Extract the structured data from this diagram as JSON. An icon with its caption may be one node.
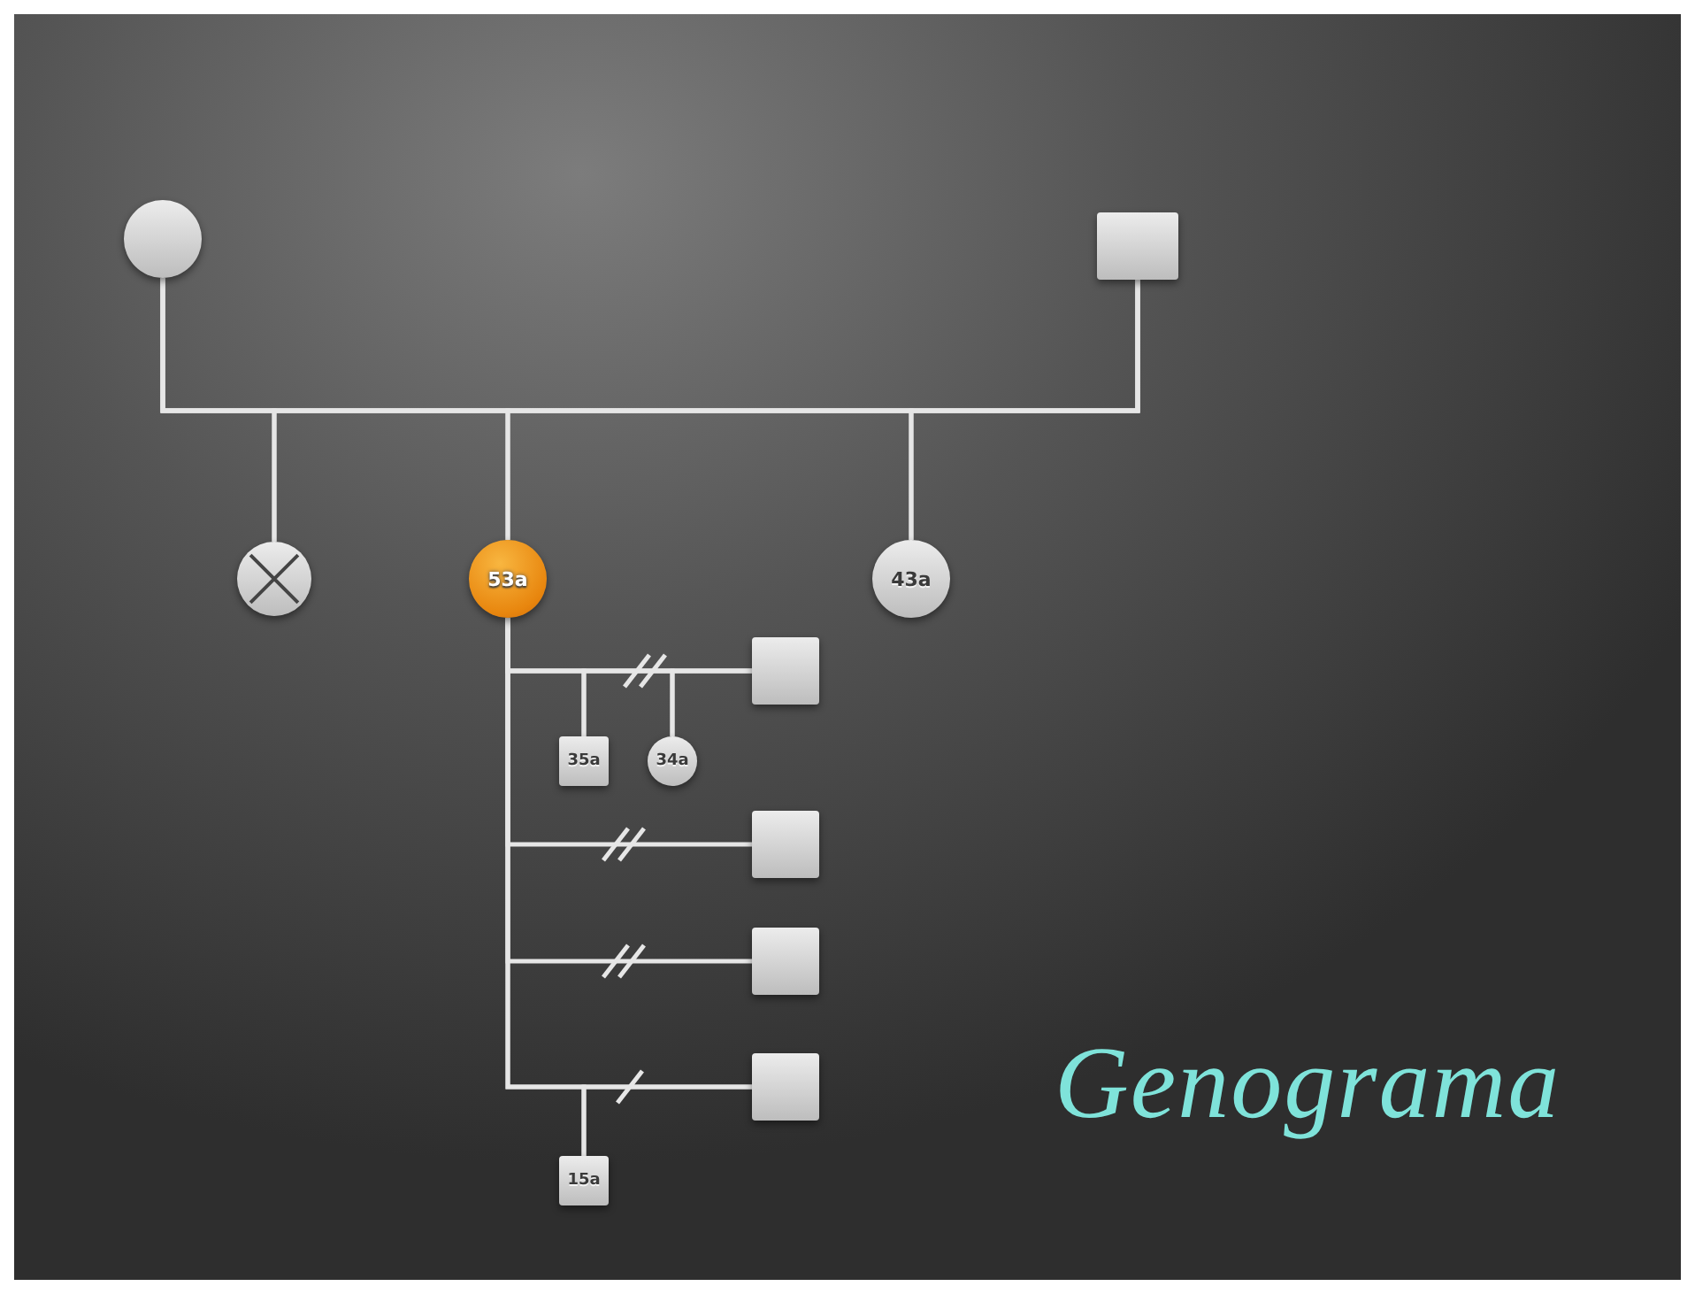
{
  "diagram": {
    "title": "Genograma",
    "nodes": [
      {
        "text": [],
        "shape": "circle"
      },
      {
        "text": [],
        "shape": "box"
      },
      {
        "text": [],
        "shape": "circle"
      },
      {
        "text": [
          "53a"
        ]
      },
      {
        "text": [
          "43a"
        ]
      },
      {
        "text": [],
        "shape": "box"
      },
      {
        "text": [
          "35a"
        ]
      },
      {
        "text": [
          "34a"
        ]
      },
      {
        "text": [],
        "shape": "box"
      },
      {
        "text": [],
        "shape": "box"
      },
      {
        "text": [],
        "shape": "box"
      },
      {
        "text": [
          "15a"
        ]
      }
    ],
    "edges": [
      {
        "from": 0,
        "to": 1,
        "arrow": "none"
      },
      {
        "from": 0,
        "to": 2,
        "arrow": "none"
      },
      {
        "from": 1,
        "to": 2,
        "arrow": "none"
      },
      {
        "from": 0,
        "to": 3,
        "arrow": "none"
      },
      {
        "from": 1,
        "to": 3,
        "arrow": "none"
      },
      {
        "from": 0,
        "to": 4,
        "arrow": "none"
      },
      {
        "from": 1,
        "to": 4,
        "arrow": "none"
      },
      {
        "from": 3,
        "to": 5,
        "arrow": "none"
      },
      {
        "from": 3,
        "to": 8,
        "arrow": "none"
      },
      {
        "from": 3,
        "to": 9,
        "arrow": "none"
      },
      {
        "from": 3,
        "to": 10,
        "arrow": "none"
      },
      {
        "from": 3,
        "to": 6,
        "arrow": "none"
      },
      {
        "from": 5,
        "to": 6,
        "arrow": "none"
      },
      {
        "from": 3,
        "to": 7,
        "arrow": "none"
      },
      {
        "from": 5,
        "to": 7,
        "arrow": "none"
      },
      {
        "from": 3,
        "to": 11,
        "arrow": "none"
      },
      {
        "from": 10,
        "to": 11,
        "arrow": "none"
      }
    ]
  }
}
